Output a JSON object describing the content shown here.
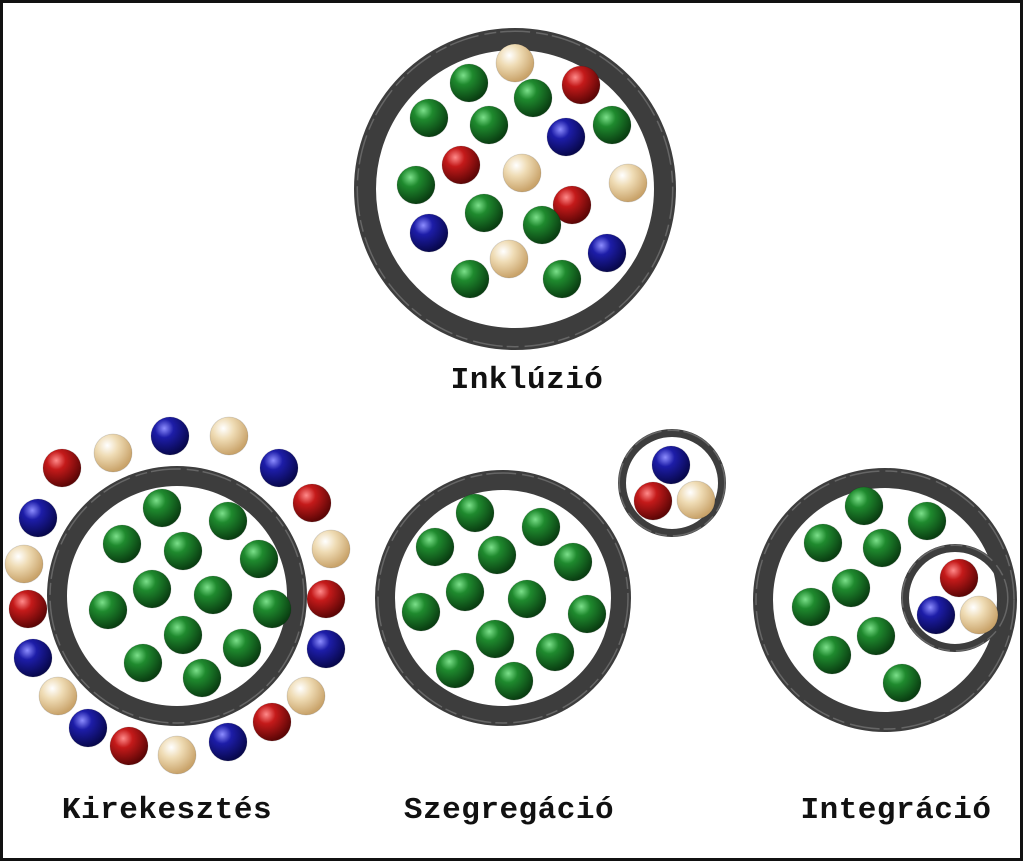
{
  "labels": {
    "inclusion": "Inklúzió",
    "exclusion": "Kirekesztés",
    "segregation": "Szegregáció",
    "integration": "Integráció"
  },
  "colors": {
    "background": "#ffffff",
    "frame": "#111111",
    "ring": "#3d3d3d",
    "green": "#1f8a2e",
    "red": "#c41a1a",
    "blue": "#1d1da8",
    "beige": "#e8d2a6"
  }
}
